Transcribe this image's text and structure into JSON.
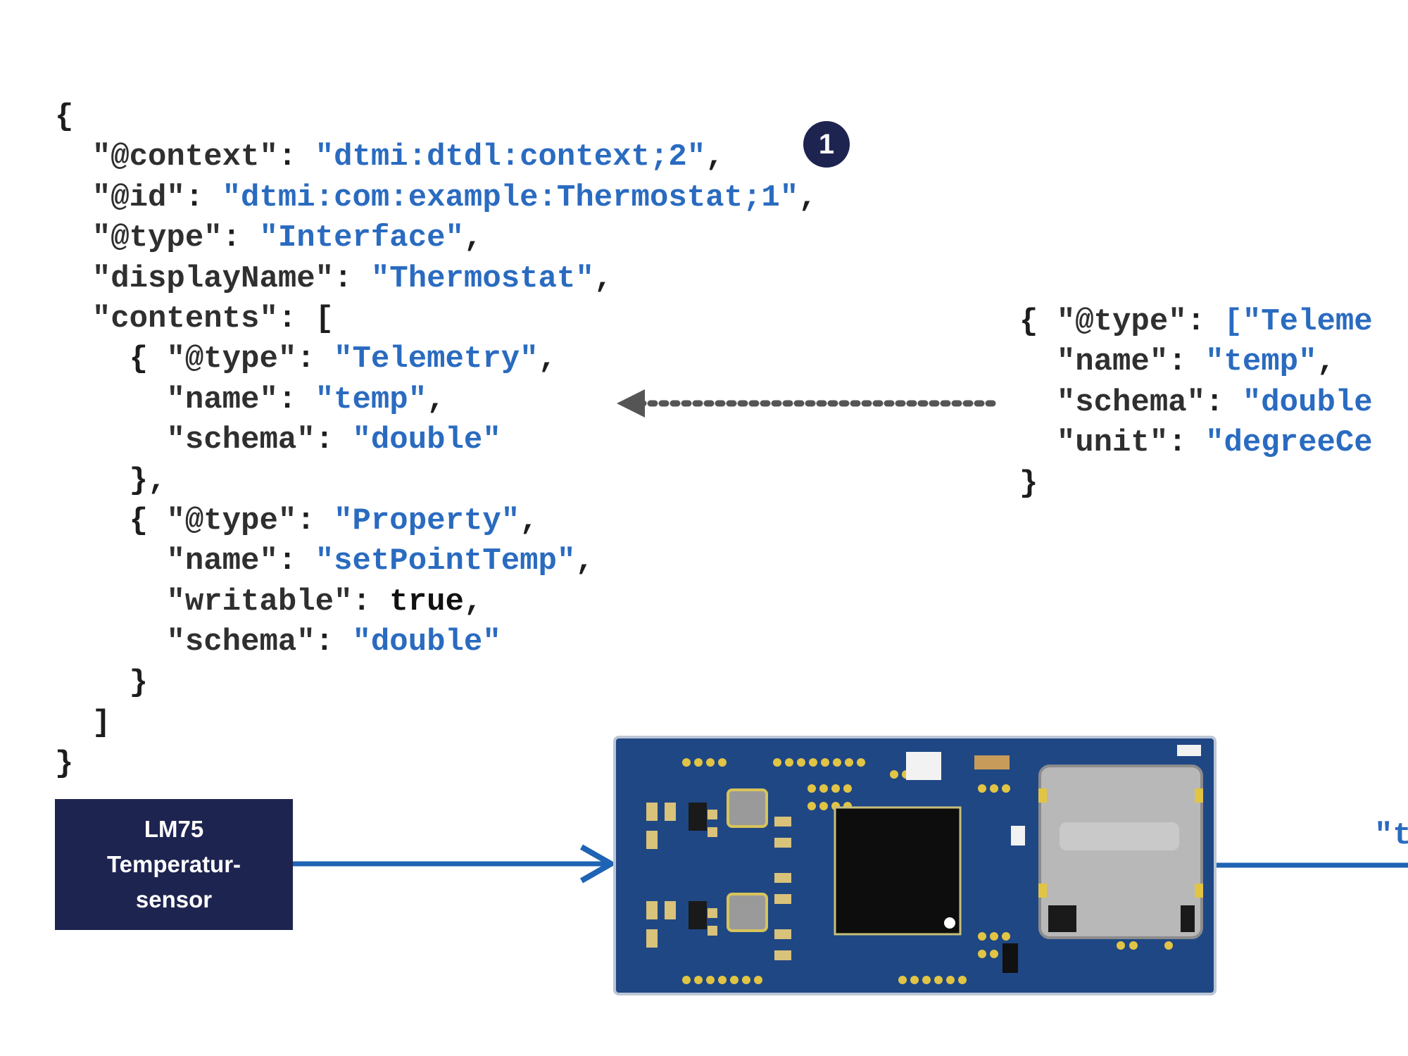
{
  "main_code": {
    "open": "{",
    "context_key": "\"@context\"",
    "context_val": "\"dtmi:dtdl:context;2\"",
    "id_key": "\"@id\"",
    "id_val": "\"dtmi:com:example:Thermostat;1\"",
    "type_key": "\"@type\"",
    "type_val": "\"Interface\"",
    "display_key": "\"displayName\"",
    "display_val": "\"Thermostat\"",
    "contents_key": "\"contents\"",
    "contents_open": "[",
    "item1_type_key": "\"@type\"",
    "item1_type_val": "\"Telemetry\"",
    "item1_name_key": "\"name\"",
    "item1_name_val": "\"temp\"",
    "item1_schema_key": "\"schema\"",
    "item1_schema_val": "\"double\"",
    "item1_close": "},",
    "item2_type_key": "\"@type\"",
    "item2_type_val": "\"Property\"",
    "item2_name_key": "\"name\"",
    "item2_name_val": "\"setPointTemp\"",
    "item2_writable_key": "\"writable\"",
    "item2_writable_val": "true",
    "item2_schema_key": "\"schema\"",
    "item2_schema_val": "\"double\"",
    "item2_close": "}",
    "contents_close": "]",
    "close": "}"
  },
  "side_code": {
    "type_key": "\"@type\"",
    "type_val": "[\"Teleme",
    "name_key": "\"name\"",
    "name_val": "\"temp\"",
    "schema_key": "\"schema\"",
    "schema_val": "\"double",
    "unit_key": "\"unit\"",
    "unit_val": "\"degreeCe",
    "close": "}"
  },
  "marker": "1",
  "sensor_box": {
    "label": "LM75\nTemperatur-\nsensor"
  },
  "right_edge_text": "\"t",
  "colors": {
    "string": "#2a6bc0",
    "navy": "#1e2450",
    "board_blue": "#1f4784",
    "arrow_blue": "#1e63b4",
    "dotted_arrow": "#555555"
  }
}
